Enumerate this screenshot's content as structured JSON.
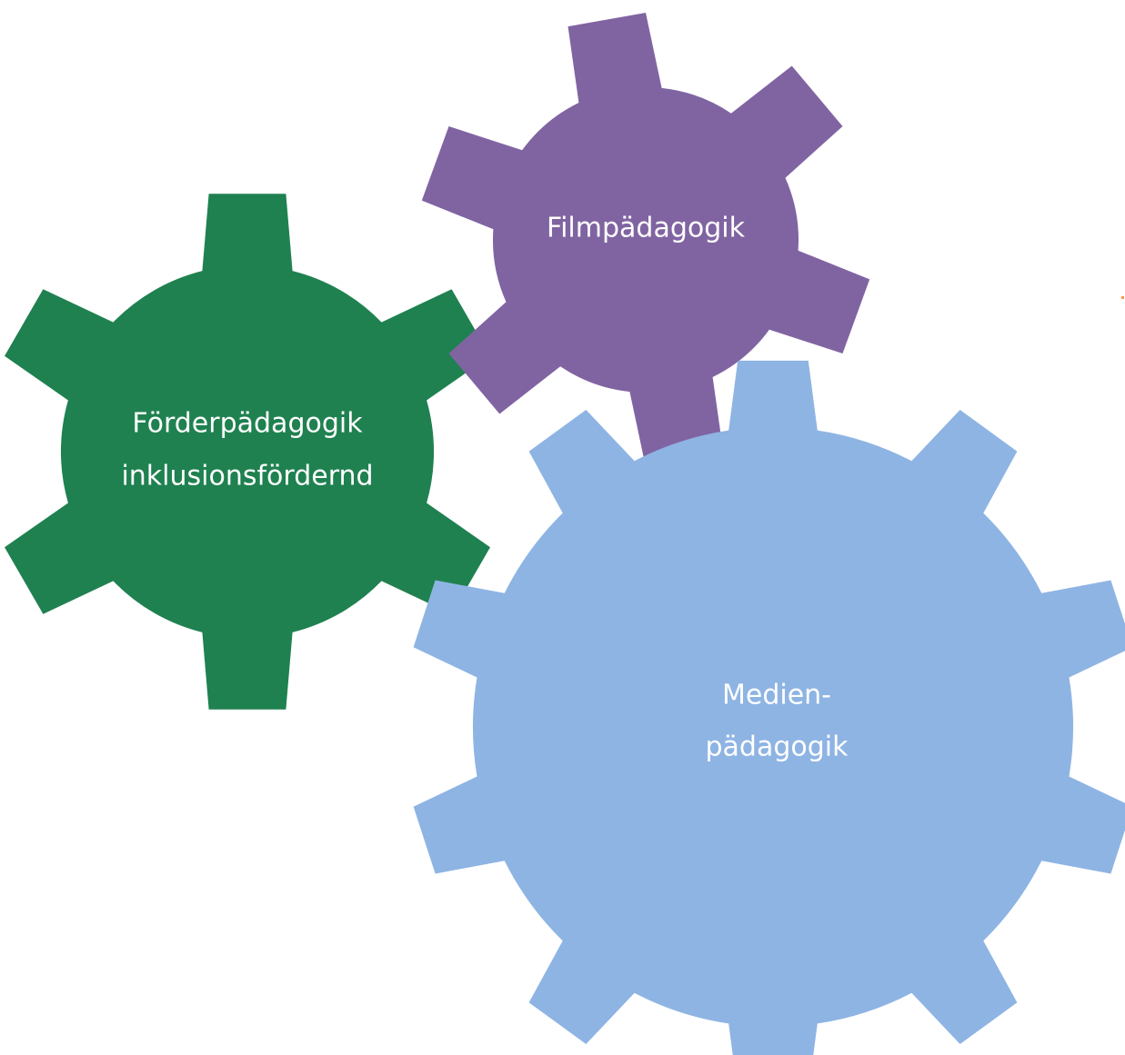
{
  "gears": [
    {
      "id": "foerderpaedagogik",
      "color": "#1F8150",
      "label_lines": [
        "Förderpädagogik",
        "inklusionsfördernd"
      ]
    },
    {
      "id": "filmpaedagogik",
      "color": "#8064A2",
      "label_lines": [
        "Filmpädagogik"
      ]
    },
    {
      "id": "medienpaedagogik",
      "color": "#8EB4E3",
      "label_lines": [
        "Medien-",
        "pädagogik"
      ]
    }
  ],
  "accent_mark_color": "#F79646"
}
